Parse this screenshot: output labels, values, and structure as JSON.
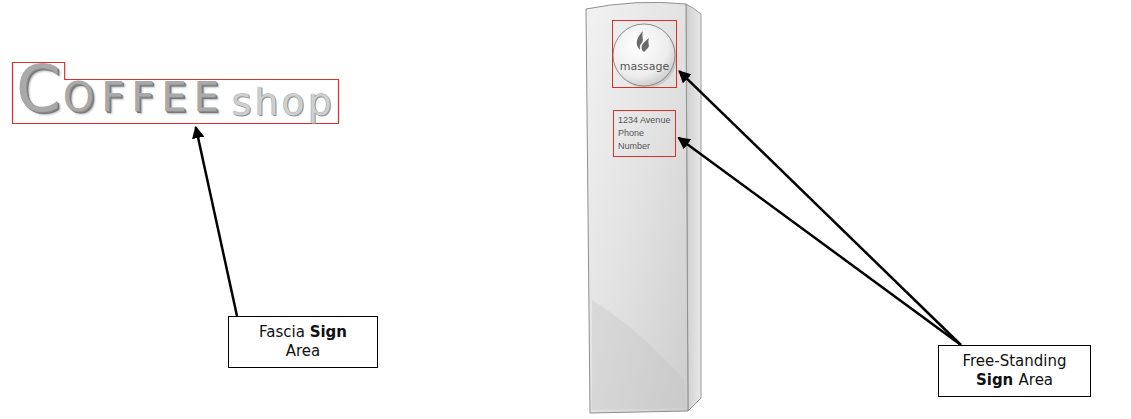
{
  "diagram": {
    "nodes": [
      {
        "text": [
          "COFFEE",
          "shop"
        ]
      },
      {
        "text": [
          "Fascia Sign Area"
        ]
      },
      {
        "text": [
          "massage"
        ]
      },
      {
        "text": [
          "1234 Avenue Phone Number"
        ]
      },
      {
        "text": [
          "Free-Standing Sign Area"
        ]
      }
    ],
    "edges": [
      {
        "from": 1,
        "to": 0,
        "arrow": "to"
      },
      {
        "from": 4,
        "to": 2,
        "arrow": "to"
      },
      {
        "from": 4,
        "to": 3,
        "arrow": "to"
      }
    ]
  }
}
